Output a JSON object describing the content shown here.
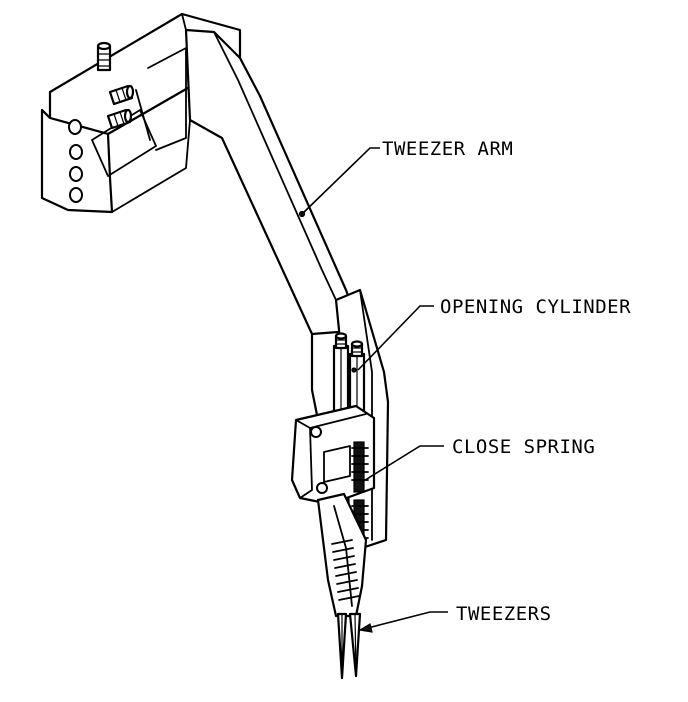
{
  "callouts": {
    "tweezer_arm": "TWEEZER ARM",
    "opening_cylinder": "OPENING CYLINDER",
    "close_spring": "CLOSE SPRING",
    "tweezers": "TWEEZERS"
  },
  "colors": {
    "line": "#000000",
    "background": "#ffffff"
  }
}
